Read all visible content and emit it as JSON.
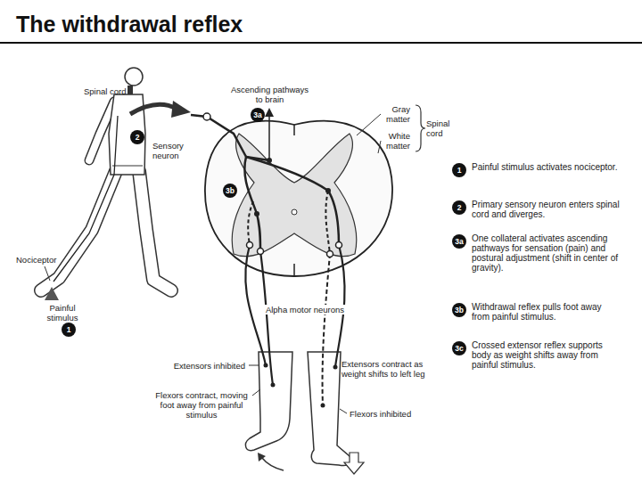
{
  "diagram": {
    "title": "The withdrawal reflex",
    "nodes": [
      {
        "text": [
          "3a"
        ]
      },
      {
        "text": [
          "2"
        ]
      },
      {
        "text": [
          "3b"
        ]
      },
      {
        "text": [
          "1"
        ]
      },
      {
        "text": [
          "1",
          "Painful stimulus activates nociceptor."
        ]
      },
      {
        "text": [
          "2",
          "Primary sensory neuron enters spinal cord and diverges."
        ]
      },
      {
        "text": [
          "3a",
          "One collateral activates ascending pathways for sensation (pain) and postural adjustment (shift in center of gravity)."
        ]
      },
      {
        "text": [
          "3b",
          "Withdrawal reflex pulls foot away from painful stimulus."
        ]
      },
      {
        "text": [
          "3c",
          "Crossed extensor reflex supports body as weight shifts away from painful stimulus."
        ]
      }
    ],
    "labels": [
      "Spinal cord",
      "Sensory neuron",
      "Ascending pathways to brain",
      "Gray matter",
      "White matter",
      "Spinal cord",
      "Nociceptor",
      "Painful stimulus",
      "Alpha motor neurons",
      "Extensors inhibited",
      "Flexors contract, moving foot away from painful stimulus",
      "Extensors contract as weight shifts to left leg",
      "Flexors inhibited"
    ]
  }
}
